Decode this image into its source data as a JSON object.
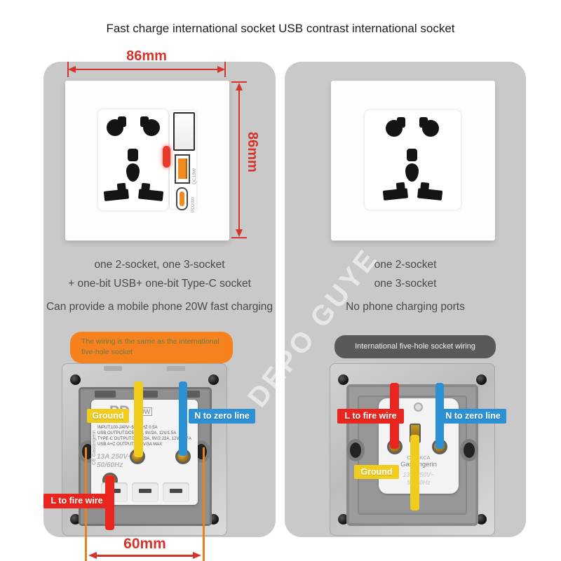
{
  "title": "Fast charge international socket USB contrast international socket",
  "watermark": "DEPO GUYE",
  "colors": {
    "dimension_red": "#d5342c",
    "guide_orange": "#e8821c",
    "banner_orange": "#f5811f",
    "banner_gray": "#59595b",
    "label_yellow": "#f0cd1d",
    "label_blue": "#2b90d4",
    "label_red": "#e8251f",
    "panel_gray": "#c9c9c9",
    "usb_orange": "#f28a1d"
  },
  "left": {
    "dim_width": "86mm",
    "dim_height": "86mm",
    "dim_screws": "60mm",
    "usb_a": "QC18W",
    "usb_c": "PD20W",
    "desc": [
      "one 2-socket, one 3-socket",
      "+ one-bit USB+ one-bit Type-C socket",
      "Can provide a mobile phone 20W fast charging"
    ],
    "banner": "The wiring is the same as the international five-hole socket",
    "back": {
      "model_prefix": "PD",
      "model_power": "20W",
      "specs": [
        "INPUT:100-240V~50/60HZ 0.5A",
        "USB OUTPUT:DC5V/3A, 9V/2A, 12V/1.5A",
        "TYPE-C OUTPUT:DC5V/3A, 9V/2.22A, 12V/1.67A",
        "USB A+C OUTPUT;DC5V/3A MAX"
      ],
      "brand_vertical": "CE  Gastongerin",
      "rating_line1": "13A 250V~",
      "rating_line2": "50/60Hz",
      "label_ground": "Ground",
      "label_neutral": "N to zero line",
      "label_live": "L to fire wire"
    }
  },
  "right": {
    "desc": [
      "one 2-socket",
      "one 3-socket",
      "No phone charging ports"
    ],
    "banner": "International five-hole socket wiring",
    "back": {
      "brand_line1": "CE/UKCA",
      "brand_line2": "Gastongerin",
      "rating_line1": "13A 250V~",
      "rating_line2": "50/60Hz",
      "label_ground": "Ground",
      "label_neutral": "N to zero line",
      "label_live": "L to fire wire"
    }
  }
}
